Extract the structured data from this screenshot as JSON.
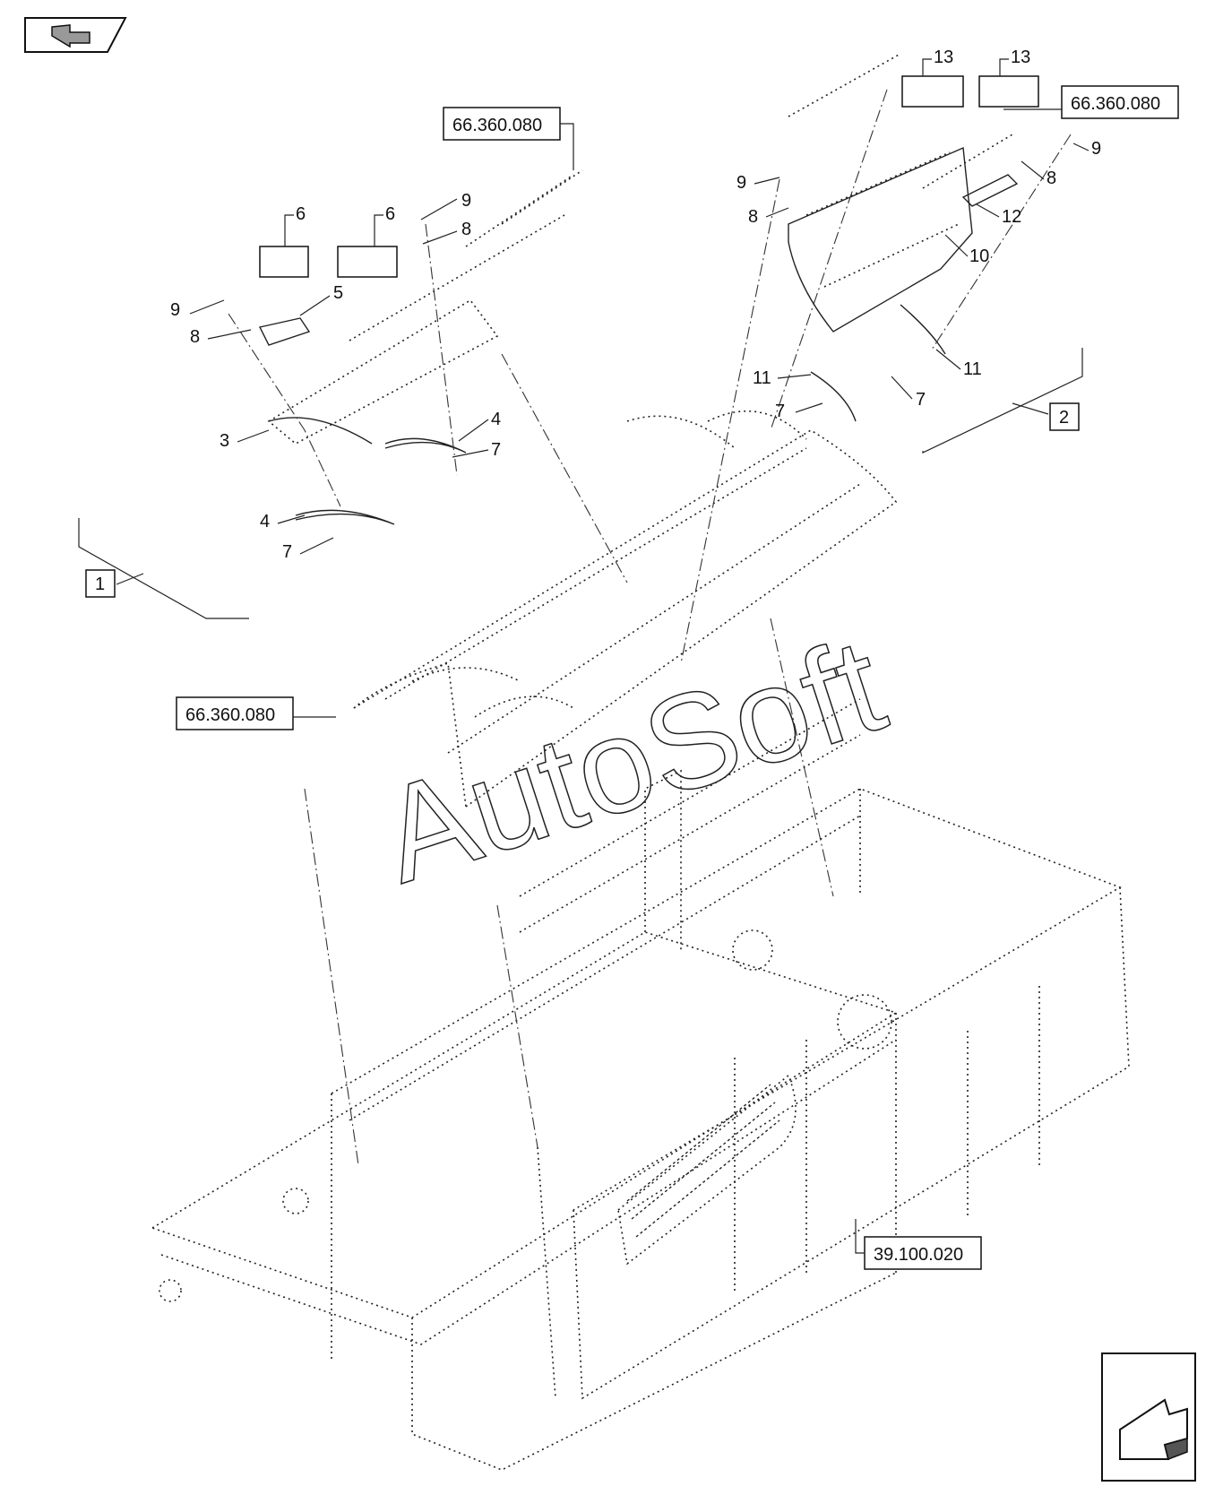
{
  "references": {
    "ref_top_center": "66.360.080",
    "ref_top_right": "66.360.080",
    "ref_mid_left": "66.360.080",
    "ref_bottom_right": "39.100.020"
  },
  "boxed_items": {
    "group_1": "1",
    "group_2": "2"
  },
  "callouts": {
    "c3": "3",
    "c4a": "4",
    "c4b": "4",
    "c5": "5",
    "c6a": "6",
    "c6b": "6",
    "c7a": "7",
    "c7b": "7",
    "c7c": "7",
    "c7d": "7",
    "c8a": "8",
    "c8b": "8",
    "c8c": "8",
    "c8d": "8",
    "c9a": "9",
    "c9b": "9",
    "c9c": "9",
    "c9d": "9",
    "c10": "10",
    "c11a": "11",
    "c11b": "11",
    "c12": "12",
    "c13a": "13",
    "c13b": "13"
  },
  "watermark": "AutoSoft",
  "icons": {
    "nav_back": "nav-back-arrow-icon",
    "nav_forward": "nav-forward-arrow-icon"
  }
}
